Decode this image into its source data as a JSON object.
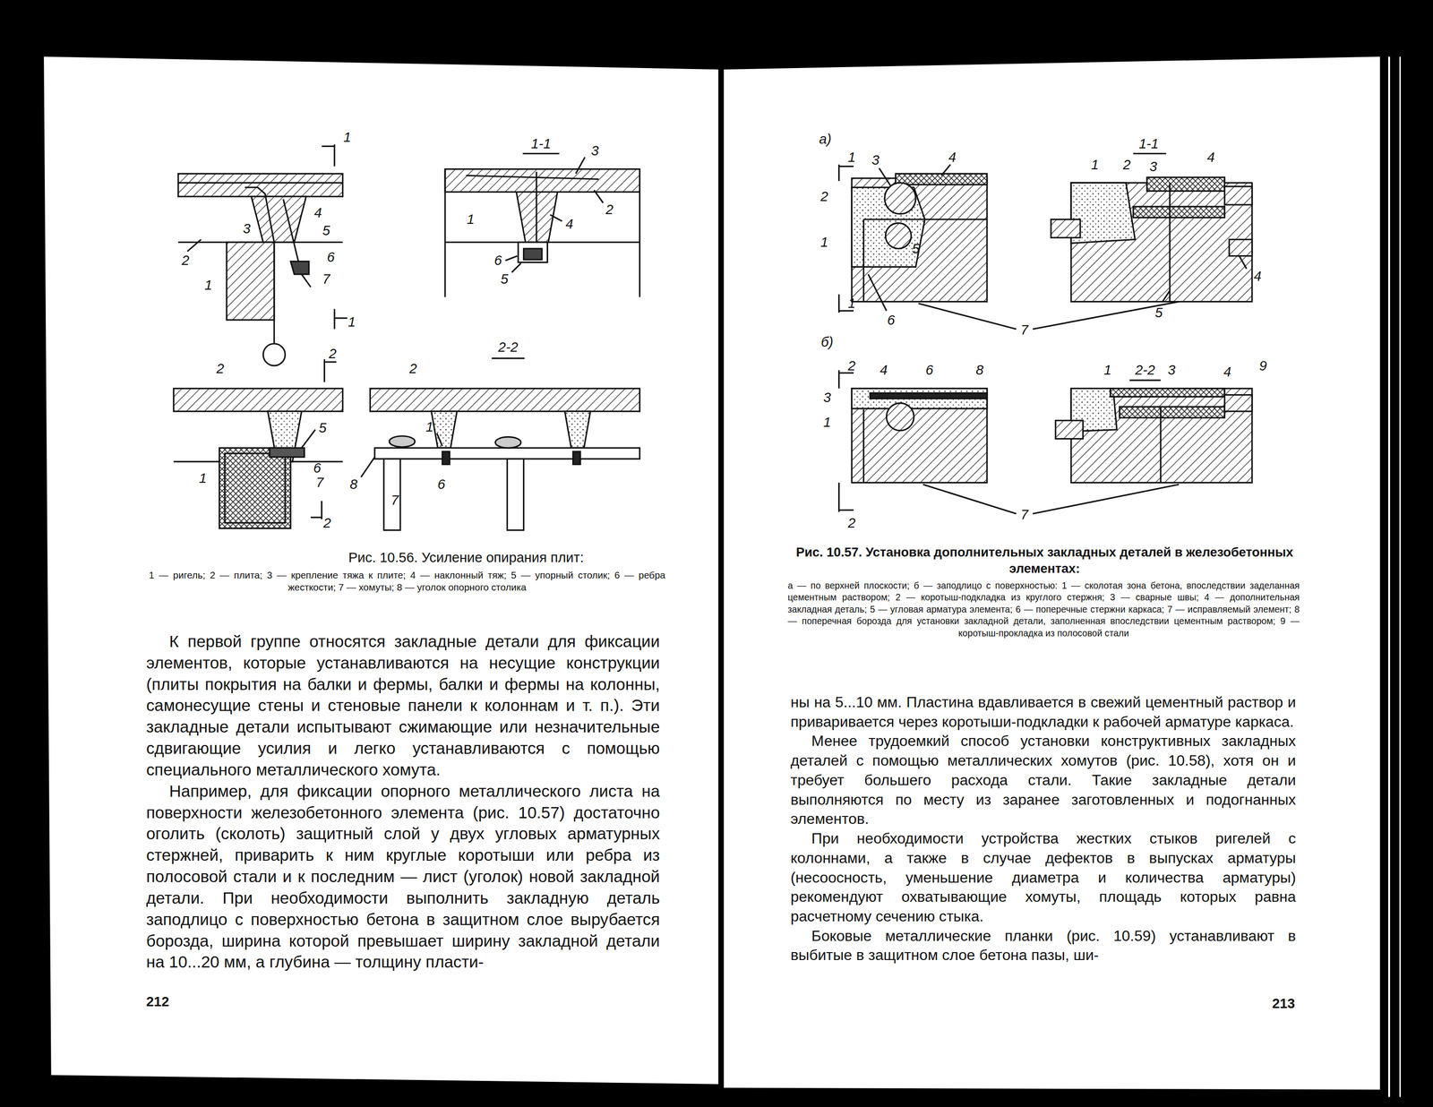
{
  "diagram": {
    "labels": [
      "1",
      "2",
      "3",
      "1",
      "4",
      "5",
      "6",
      "7",
      "1",
      "1-1",
      "3",
      "2",
      "1",
      "4",
      "6",
      "5",
      "2",
      "2",
      "5",
      "6",
      "1",
      "7",
      "2",
      "2-2",
      "2",
      "1",
      "8",
      "6",
      "7",
      "Рис. 10.56. Усиление опирания плит:",
      "1 — ригель; 2 — плита; 3 — крепление тяжа к плите; 4 — наклонный тяж; 5 — упорный столик; 6 — ребра жесткости; 7 — хомуты; 8 — уголок опорного столика",
      "К первой группе относятся закладные детали для фиксации элементов, которые устанавливаются на несущие конструкции (плиты покрытия на балки и фермы, балки и фермы на колонны, самонесущие стены и стеновые панели к колоннам и т. п.). Эти закладные детали испытывают сжимающие или незначительные сдвигающие усилия и легко устанавливаются с помощью специального металлического хомута.",
      "Например, для фиксации опорного металлического листа на поверхности железобетонного элемента (рис. 10.57) достаточно оголить (сколоть) защитный слой у двух угловых арматурных стержней, приварить к ним круглые коротыши или ребра из полосовой стали и к последним — лист (уголок) новой закладной детали. При необходимости выполнить закладную деталь заподлицо с поверхностью бетона в защитном слое вырубается борозда, ширина которой превышает ширину закладной детали на 10...20 мм, а глубина — толщину пласти-",
      "212",
      "а)",
      "1",
      "3",
      "4",
      "2",
      "1",
      "6",
      "1",
      "1-1",
      "1",
      "2",
      "3",
      "4",
      "4",
      "5",
      "7",
      "б)",
      "2",
      "4",
      "6",
      "8",
      "3",
      "1",
      "2",
      "2-2",
      "1",
      "3",
      "4",
      "9",
      "7",
      "Рис. 10.57. Установка дополнительных закладных деталей в железобетонных элементах:",
      "а — по верхней плоскости; б — заподлицо с поверхностью: 1 — сколотая зона бетона, впоследствии заделанная цементным раствором; 2 — коротыш-подкладка из круглого стержня; 3 — сварные швы; 4 — дополнительная закладная деталь; 5 — угловая арматура элемента; 6 — поперечные стержни каркаса; 7 — исправляемый элемент; 8 — поперечная борозда для установки закладной детали, заполненная впоследствии цементным раствором; 9 — коротыш-прокладка из полосовой стали",
      "ны на 5...10 мм. Пластина вдавливается в свежий цементный раствор и приваривается через коротыши-подкладки к рабочей арматуре каркаса.",
      "Менее трудоемкий способ установки конструктивных закладных деталей с помощью металлических хомутов (рис. 10.58), хотя он и требует большего расхода стали. Такие закладные детали выполняются по месту из заранее заготовленных и подогнанных элементов.",
      "При необходимости устройства жестких стыков ригелей с колоннами, а также в случае дефектов в выпусках арматуры (несоосность, уменьшение диаметра и количества арматуры) рекомендуют охватывающие хомуты, площадь которых равна расчетному сечению стыка.",
      "Боковые металлические планки (рис. 10.59) устанавливают в выбитые в защитном слое бетона пазы, ши-",
      "213",
      "5"
    ]
  }
}
